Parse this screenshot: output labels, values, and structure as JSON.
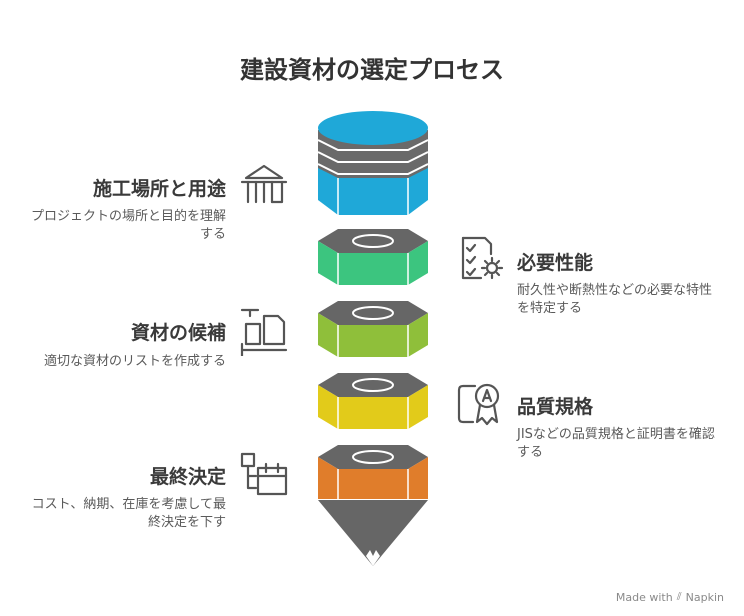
{
  "title": "建設資材の選定プロセス",
  "steps": [
    {
      "title": "施工場所と用途",
      "desc": "プロジェクトの場所と目的を理解する",
      "side": "left",
      "color": "#1fa8d8",
      "icon": "building-facade-icon"
    },
    {
      "title": "必要性能",
      "desc": "耐久性や断熱性などの必要な特性を特定する",
      "side": "right",
      "color": "#3cc57f",
      "icon": "checklist-gear-icon"
    },
    {
      "title": "資材の候補",
      "desc": "適切な資材のリストを作成する",
      "side": "left",
      "color": "#8fbf3a",
      "icon": "dimension-material-icon"
    },
    {
      "title": "品質規格",
      "desc": "JISなどの品質規格と証明書を確認する",
      "side": "right",
      "color": "#e2cb1a",
      "icon": "certificate-badge-icon"
    },
    {
      "title": "最終決定",
      "desc": "コスト、納期、在庫を考慮して最終決定を下す",
      "side": "left",
      "color": "#e07d2b",
      "icon": "calendar-decision-icon"
    }
  ],
  "footer": {
    "made_with": "Made with",
    "brand": "Napkin"
  },
  "colors": {
    "dark": "#666666",
    "text": "#333333"
  }
}
